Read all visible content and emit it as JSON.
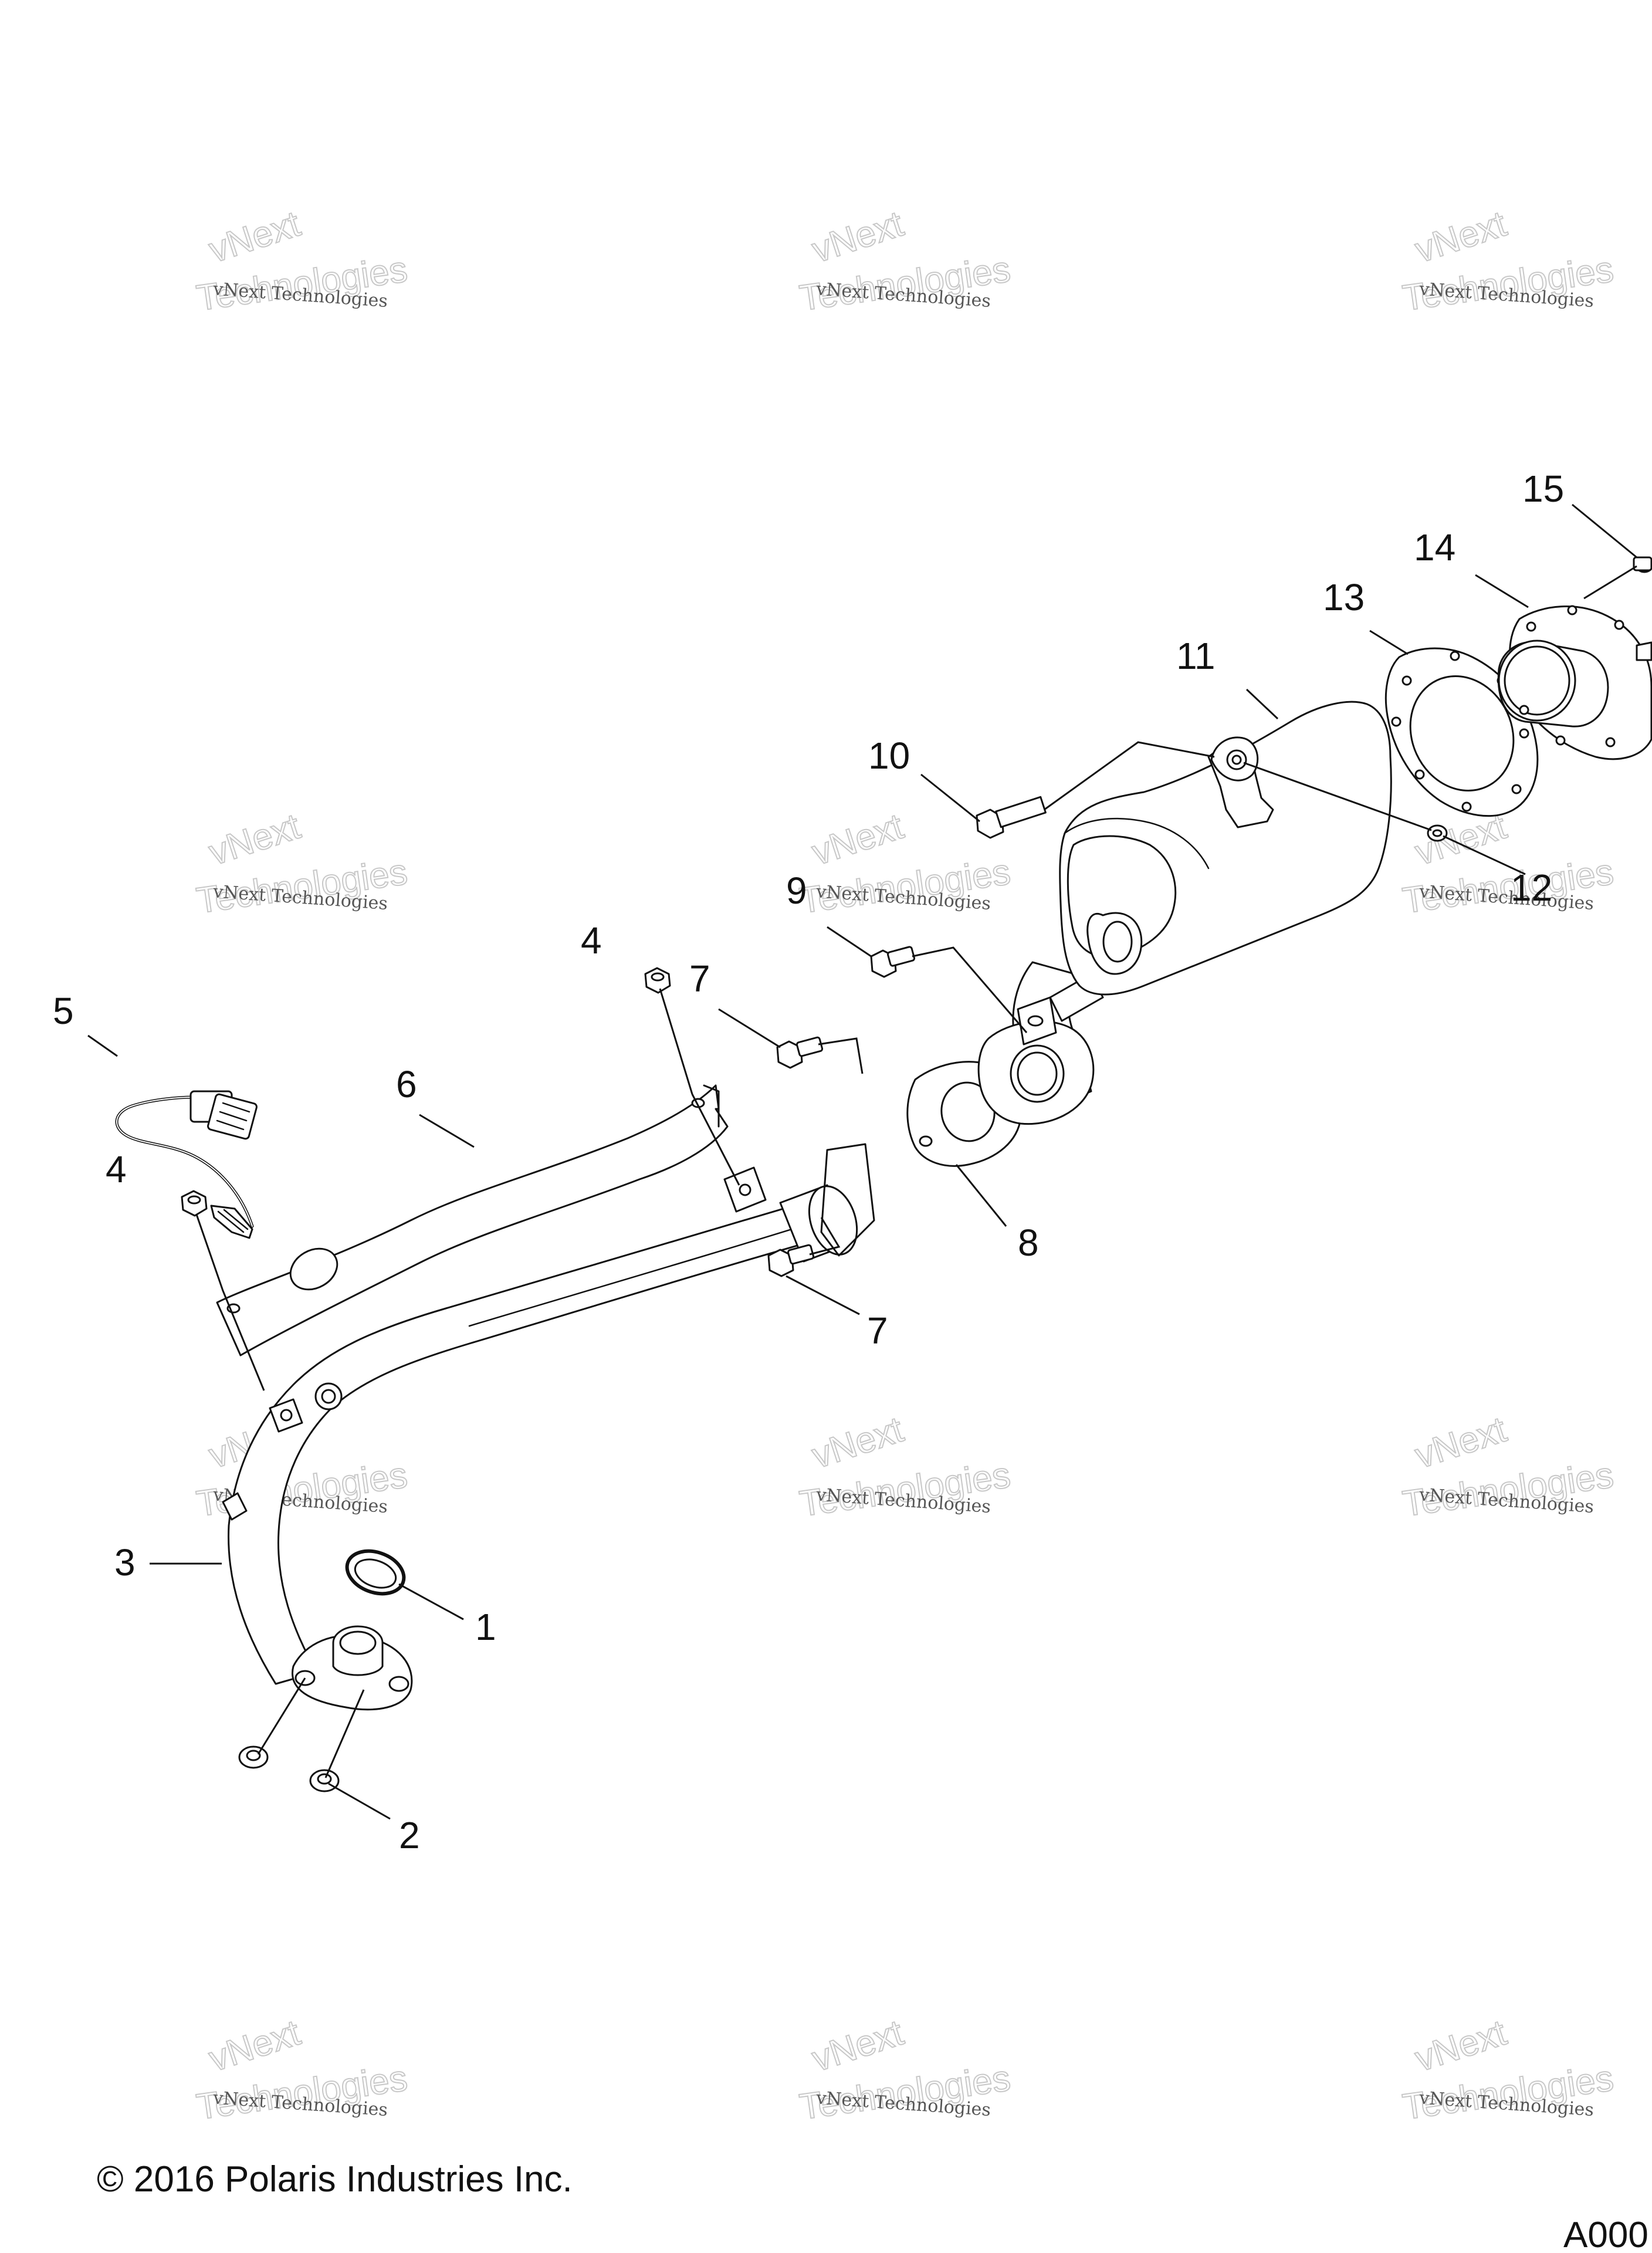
{
  "callouts": {
    "c1": "1",
    "c2": "2",
    "c3": "3",
    "c4a": "4",
    "c4b": "4",
    "c5": "5",
    "c6": "6",
    "c7a": "7",
    "c7b": "7",
    "c8": "8",
    "c9": "9",
    "c10": "10",
    "c11": "11",
    "c12": "12",
    "c13": "13",
    "c14": "14",
    "c15": "15"
  },
  "watermark": {
    "line_brand": "vNext",
    "line_company": "vNext Technologies",
    "line_big": "Technologies"
  },
  "footer": {
    "copyright": "© 2016 Polaris Industries Inc.",
    "figure_id": "A000"
  }
}
